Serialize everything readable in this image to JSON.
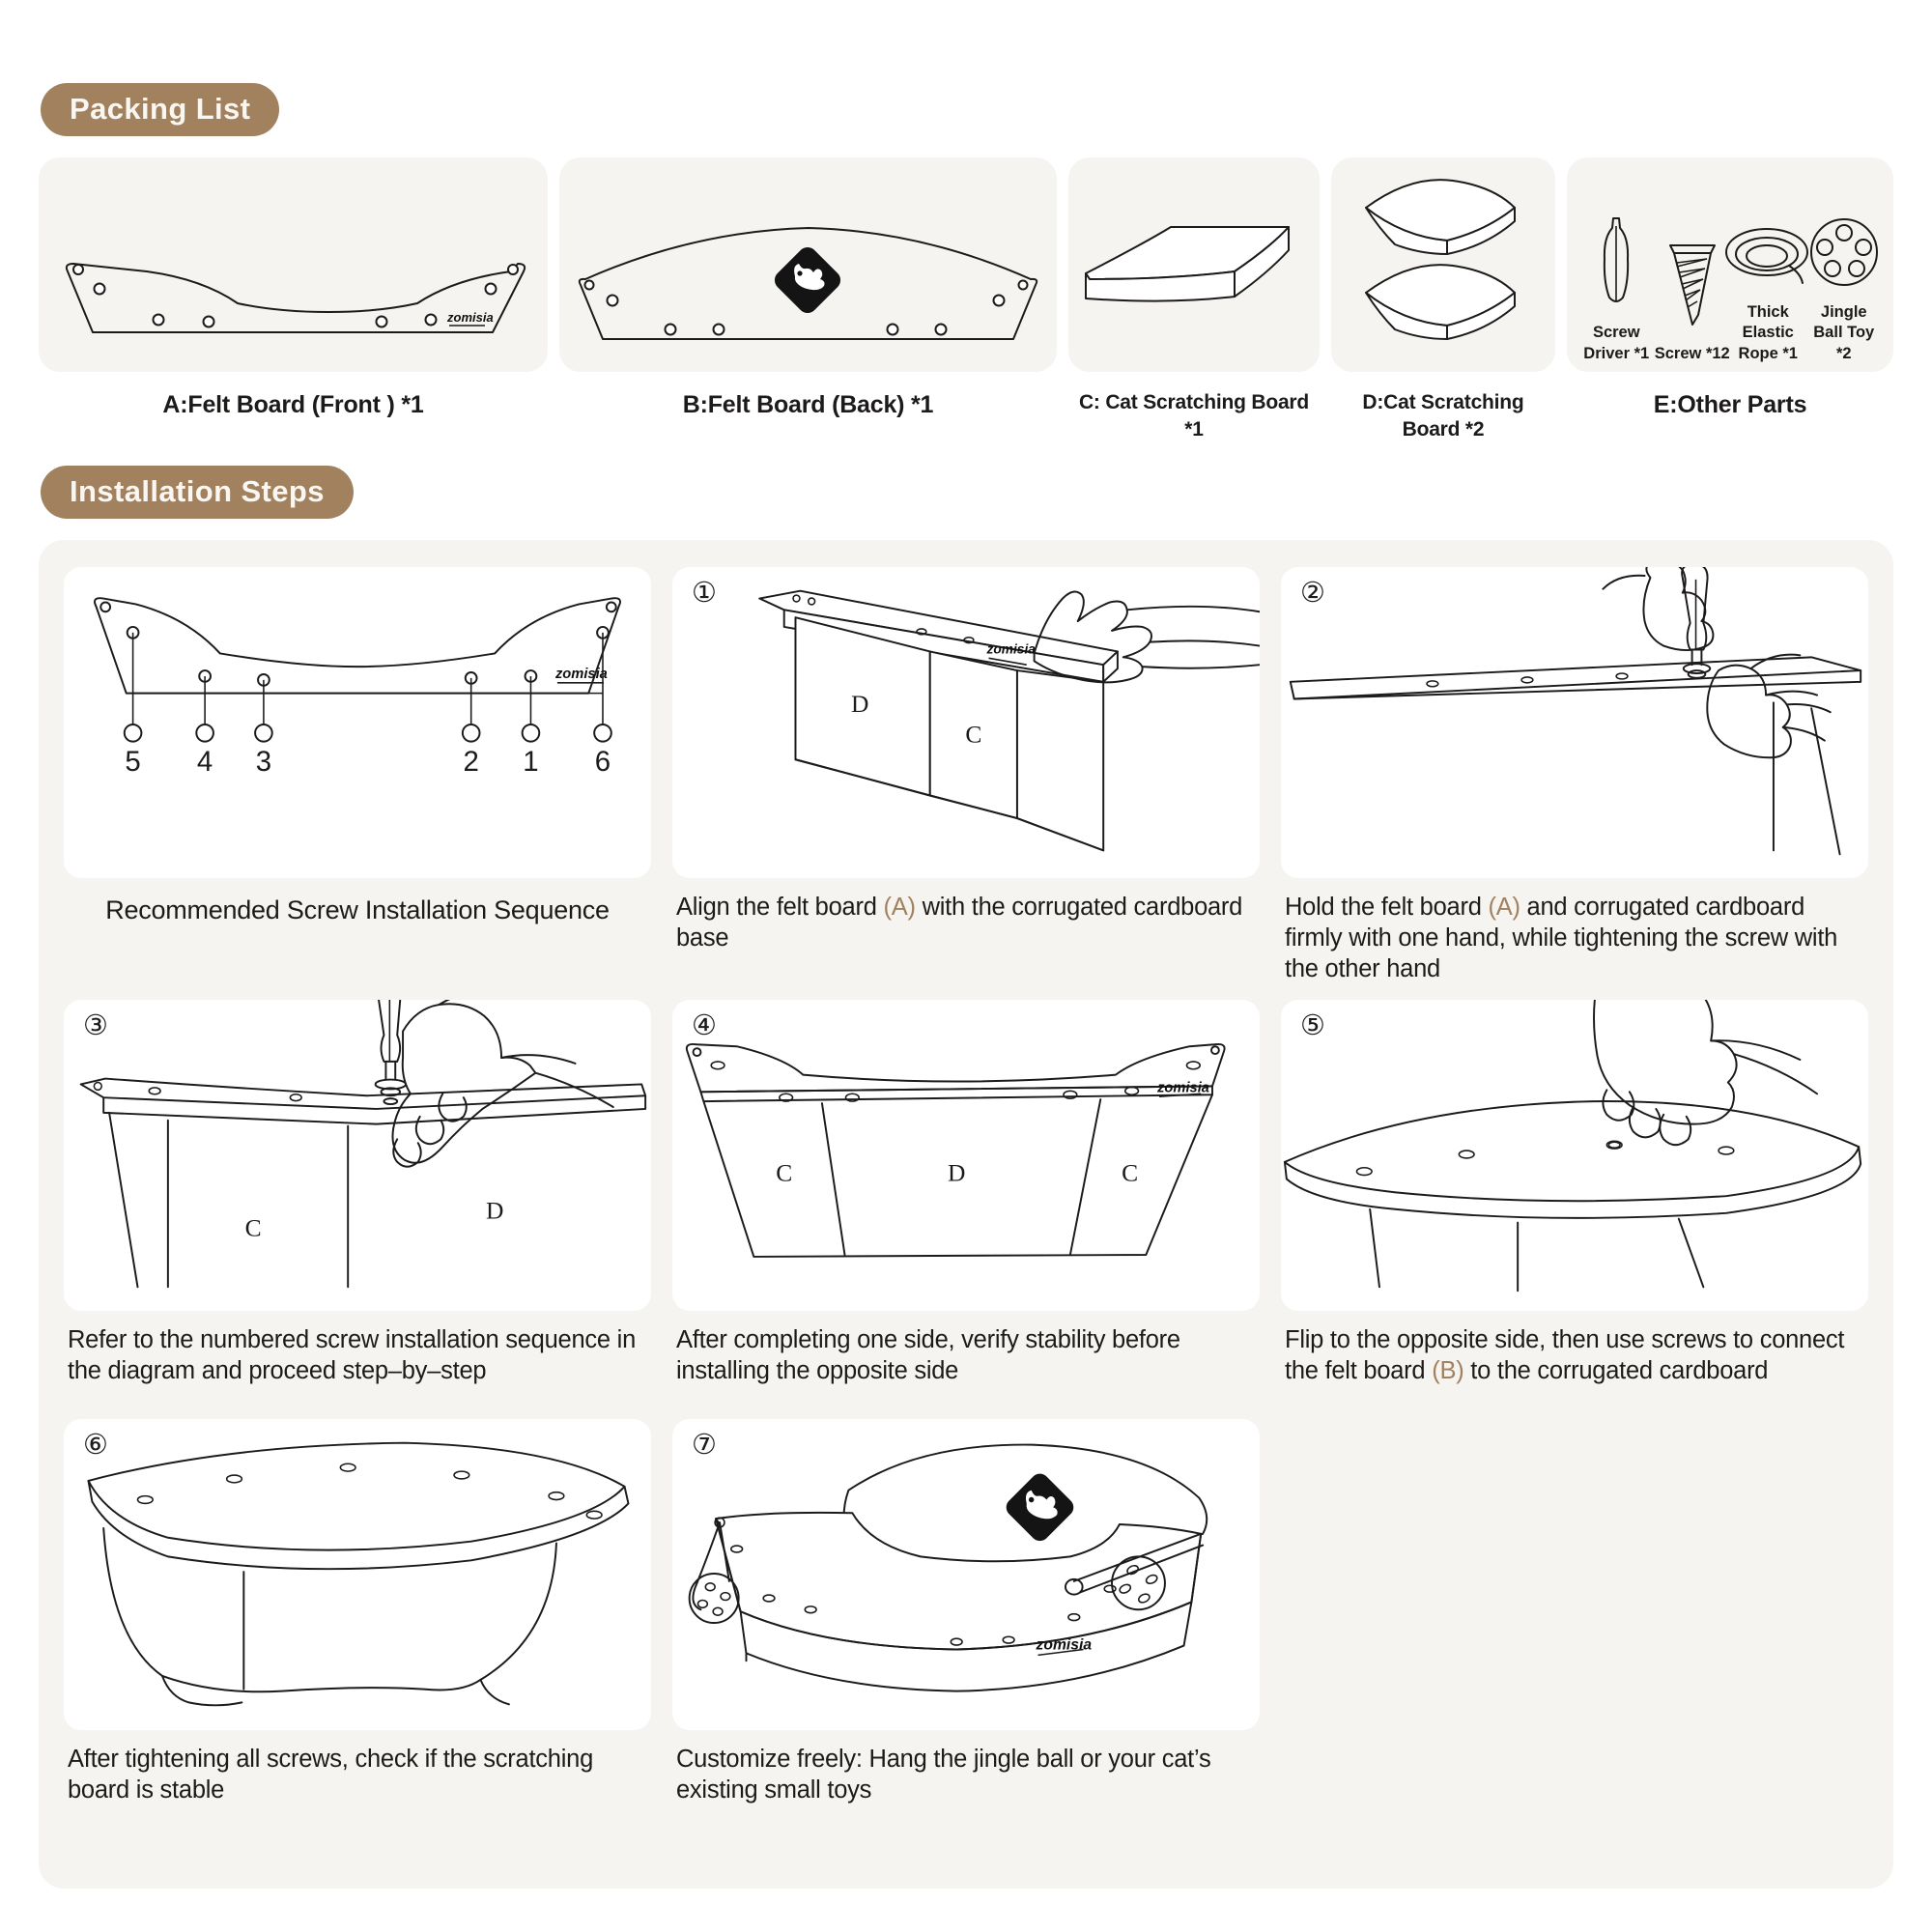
{
  "sections": {
    "packing_list_title": "Packing List",
    "installation_title": "Installation Steps"
  },
  "brand": "zomisia",
  "accent_color": "#a2815f",
  "panel_color": "#f6f4f1",
  "packing_items": [
    {
      "id": "A",
      "label": "A:Felt Board (Front ) *1"
    },
    {
      "id": "B",
      "label": "B:Felt Board (Back) *1"
    },
    {
      "id": "C",
      "label": "C: Cat Scratching Board *1"
    },
    {
      "id": "D",
      "label": "D:Cat Scratching Board *2"
    },
    {
      "id": "E",
      "label": "E:Other Parts"
    }
  ],
  "other_parts": [
    {
      "icon": "screwdriver-icon",
      "name": "Screw Driver *1"
    },
    {
      "icon": "screw-icon",
      "name": "Screw *12"
    },
    {
      "icon": "elastic-rope-icon",
      "name": "Thick Elastic Rope *1"
    },
    {
      "icon": "jingle-ball-icon",
      "name": "Jingle Ball Toy *2"
    }
  ],
  "screw_sequence": {
    "caption": "Recommended Screw Installation Sequence",
    "numbers": [
      "5",
      "4",
      "3",
      "2",
      "1",
      "6"
    ]
  },
  "steps": [
    {
      "num": "①",
      "caption_pre": "Align the felt board ",
      "caption_accent": "(A)",
      "caption_post": " with the corrugated cardboard base",
      "part_labels": [
        "D",
        "C"
      ]
    },
    {
      "num": "②",
      "caption_pre": "Hold the felt board ",
      "caption_accent": "(A)",
      "caption_post": " and corrugated cardboard firmly with one hand, while tightening the screw with the other hand",
      "part_labels": []
    },
    {
      "num": "③",
      "caption_pre": "Refer to the numbered screw installation sequence in the diagram and proceed step–by–step",
      "caption_accent": "",
      "caption_post": "",
      "part_labels": [
        "C",
        "D"
      ]
    },
    {
      "num": "④",
      "caption_pre": "After completing one side, verify stability before installing the opposite side",
      "caption_accent": "",
      "caption_post": "",
      "part_labels": [
        "C",
        "D",
        "C"
      ]
    },
    {
      "num": "⑤",
      "caption_pre": "Flip to the opposite side, then use screws to connect the felt board ",
      "caption_accent": "(B)",
      "caption_post": " to the corrugated cardboard",
      "part_labels": []
    },
    {
      "num": "⑥",
      "caption_pre": "After tightening all screws, check if the scratching board is stable",
      "caption_accent": "",
      "caption_post": "",
      "part_labels": []
    },
    {
      "num": "⑦",
      "caption_pre": "Customize freely: Hang the jingle ball or your cat’s existing small toys",
      "caption_accent": "",
      "caption_post": "",
      "part_labels": []
    }
  ]
}
